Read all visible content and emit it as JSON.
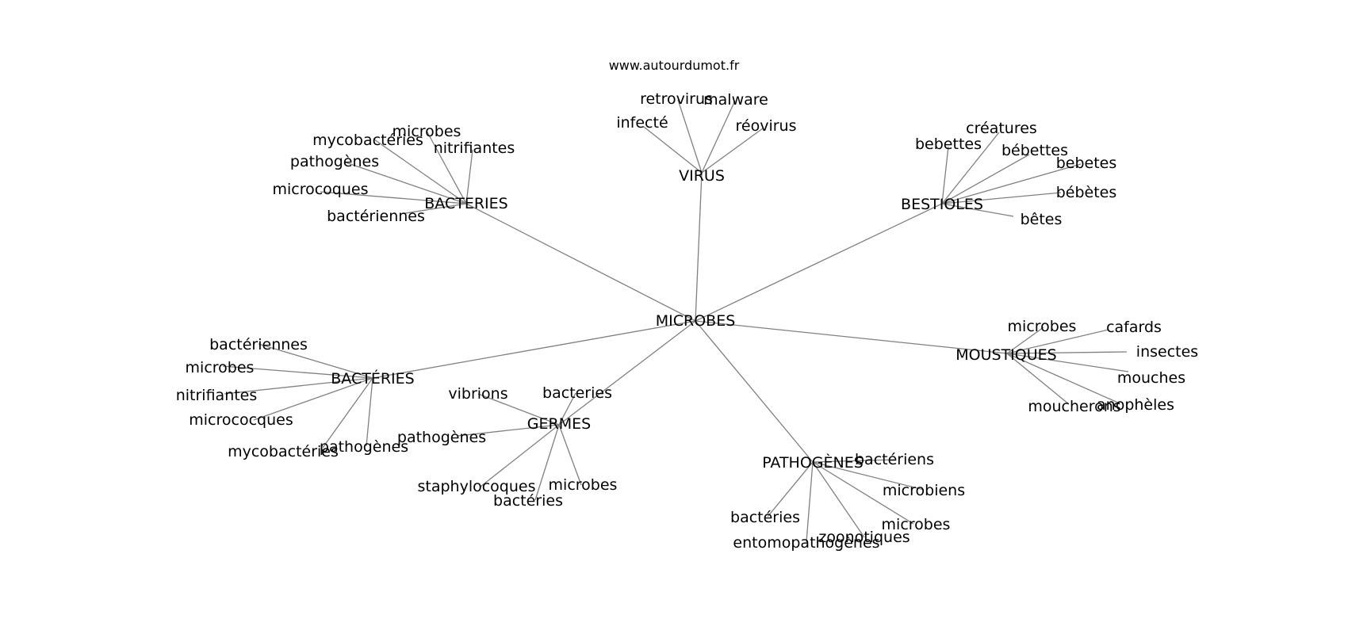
{
  "site": "www.autourdumot.fr",
  "colors": {
    "edge": "#808080",
    "text": "#000000",
    "background": "#ffffff"
  },
  "center": "MICROBES",
  "clusters": [
    {
      "hub": "VIRUS",
      "words": [
        "retrovirus",
        "malware",
        "infecté",
        "réovirus"
      ]
    },
    {
      "hub": "BACTERIES",
      "words": [
        "microbes",
        "mycobactéries",
        "nitrifiantes",
        "pathogènes",
        "microcoques",
        "bactériennes"
      ]
    },
    {
      "hub": "BESTIOLES",
      "words": [
        "créatures",
        "bebettes",
        "bébettes",
        "bebetes",
        "bébètes",
        "bêtes"
      ]
    },
    {
      "hub": "MOUSTIQUES",
      "words": [
        "microbes",
        "cafards",
        "insectes",
        "mouches",
        "anophèles",
        "moucherons"
      ]
    },
    {
      "hub": "BACTÉRIES",
      "words": [
        "bactériennes",
        "microbes",
        "nitrifiantes",
        "micrococques",
        "mycobactéries",
        "pathogènes"
      ]
    },
    {
      "hub": "GERMES",
      "words": [
        "bacteries",
        "vibrions",
        "pathogènes",
        "staphylocoques",
        "microbes",
        "bactéries"
      ]
    },
    {
      "hub": "PATHOGÈNES",
      "words": [
        "bactériens",
        "microbiens",
        "microbes",
        "zoonotiques",
        "entomopathogènes",
        "bactéries"
      ]
    }
  ]
}
